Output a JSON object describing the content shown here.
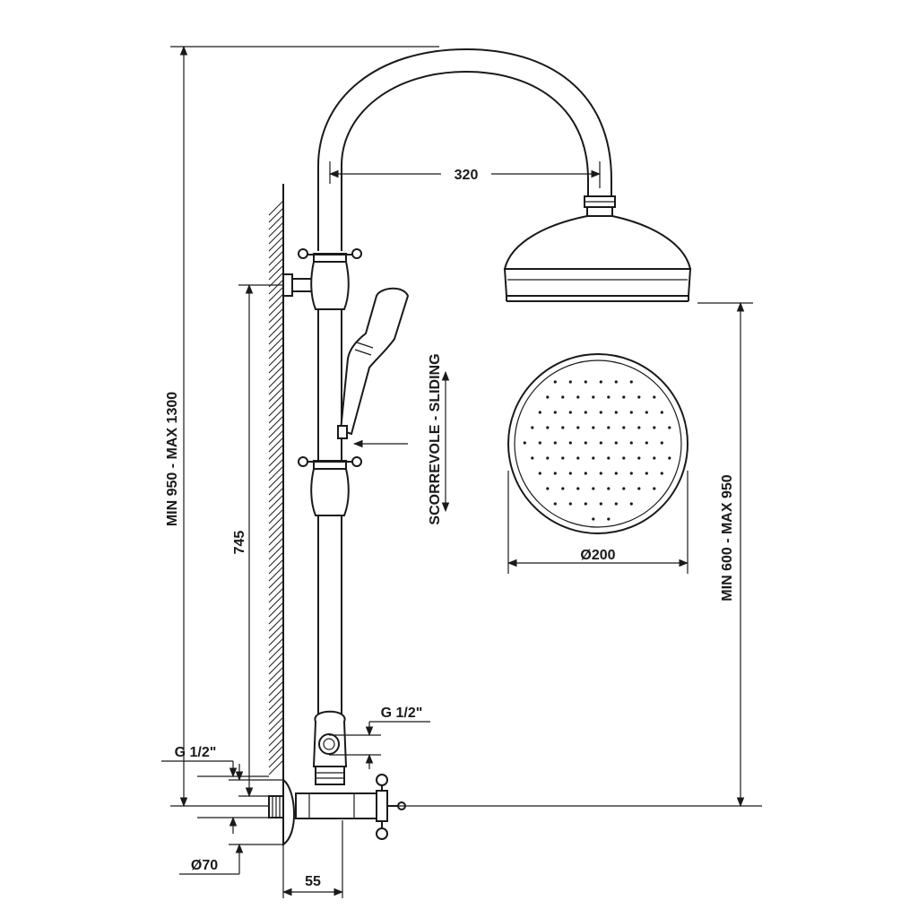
{
  "labels": {
    "total_height": "MIN 950 - MAX 1300",
    "arm_reach": "320",
    "head_height": "MIN 600 - MAX 950",
    "head_diameter": "Ø200",
    "rail_height": "745",
    "sliding": "SCORREVOLE - SLIDING",
    "outlet_thread": "G 1/2\"",
    "inlet_thread": "G 1/2\"",
    "flange_diameter": "Ø70",
    "wall_offset": "55"
  }
}
